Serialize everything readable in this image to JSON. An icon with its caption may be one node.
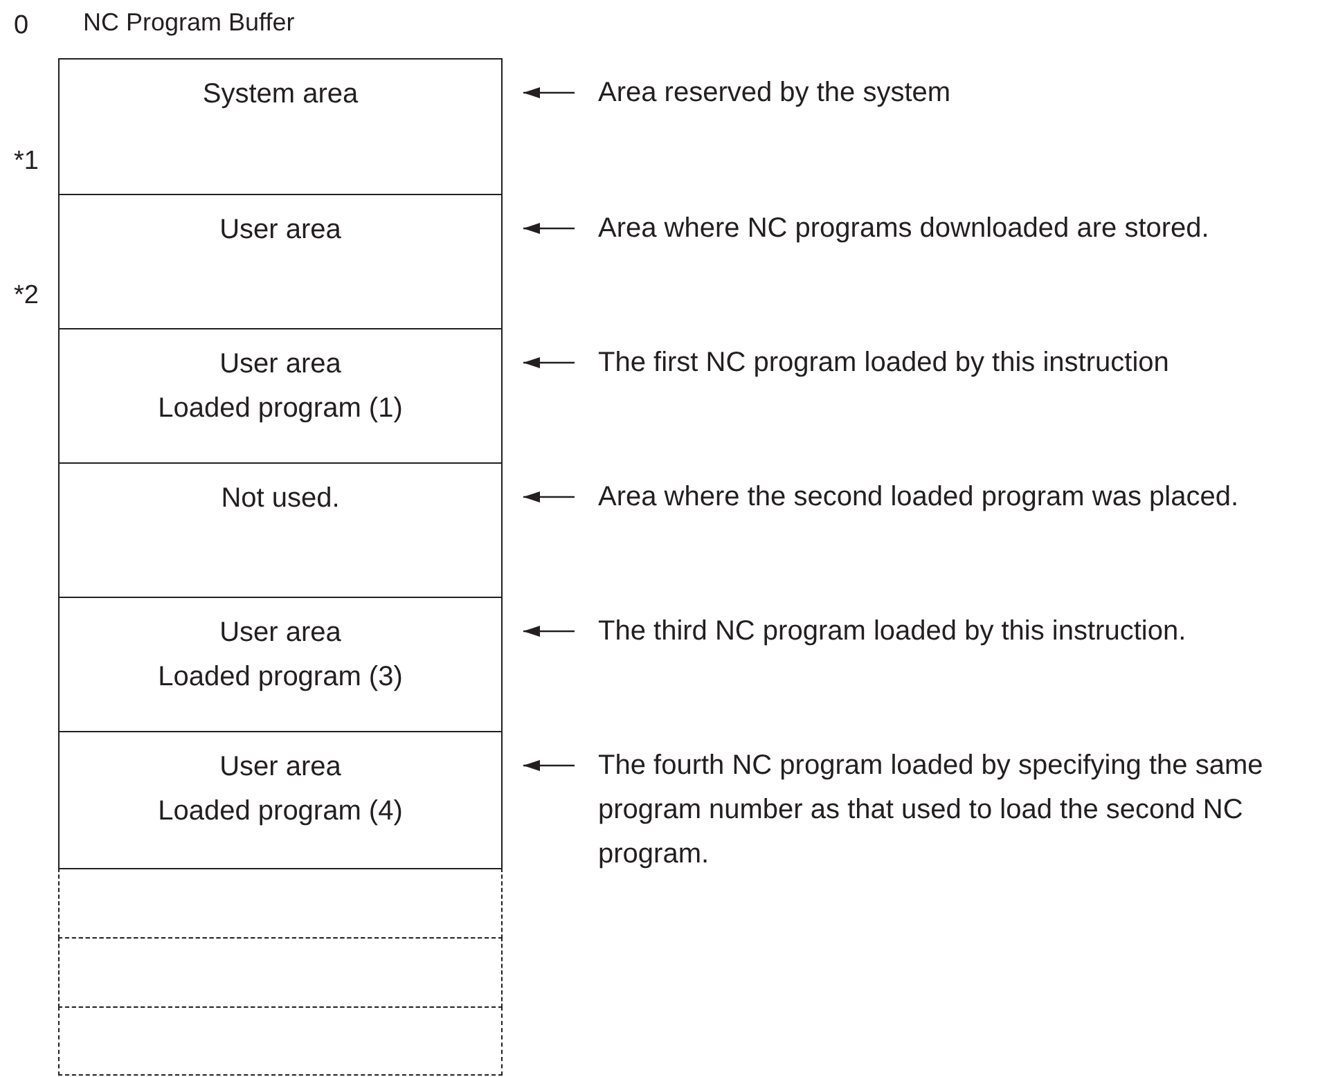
{
  "diagram": {
    "title": "NC Program Buffer",
    "nodes": [
      {
        "text": [
          "System area"
        ]
      },
      {
        "text": [
          "User area"
        ]
      },
      {
        "text": [
          "User area",
          "Loaded program (1)"
        ]
      },
      {
        "text": [
          "Not used."
        ]
      },
      {
        "text": [
          "User area",
          "Loaded program (3)"
        ]
      },
      {
        "text": [
          "User area",
          "Loaded program (4)"
        ]
      },
      {
        "text": [],
        "shape": "box"
      },
      {
        "text": [],
        "shape": "box"
      },
      {
        "text": [],
        "shape": "box"
      },
      {
        "text": [
          "Area reserved by the system"
        ]
      },
      {
        "text": [
          "Area where NC programs downloaded are stored."
        ]
      },
      {
        "text": [
          "The first NC program loaded by this instruction"
        ]
      },
      {
        "text": [
          "Area where the second loaded program was placed."
        ]
      },
      {
        "text": [
          "The third NC program loaded by this instruction."
        ]
      },
      {
        "text": [
          "The fourth NC program loaded by specifying the same program number as that used to load the second NC program."
        ]
      }
    ],
    "edges": [
      {
        "from": 9,
        "to": 0,
        "arrow": "to"
      },
      {
        "from": 10,
        "to": 1,
        "arrow": "to"
      },
      {
        "from": 11,
        "to": 2,
        "arrow": "to"
      },
      {
        "from": 12,
        "to": 3,
        "arrow": "to"
      },
      {
        "from": 13,
        "to": 4,
        "arrow": "to"
      },
      {
        "from": 14,
        "to": 5,
        "arrow": "to"
      }
    ],
    "labels": [
      "0",
      "*1",
      "*2"
    ]
  }
}
